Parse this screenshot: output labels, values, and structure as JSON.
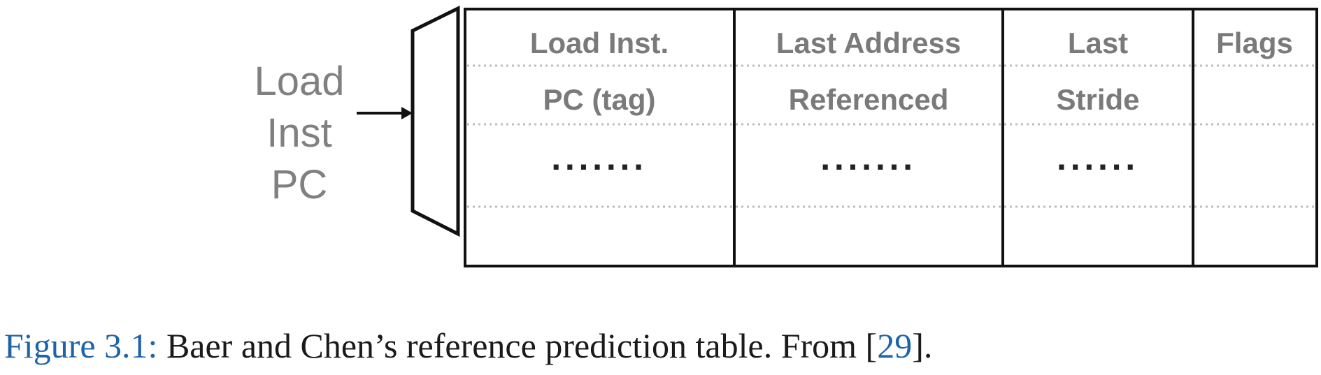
{
  "input": {
    "lines": [
      "Load",
      "Inst",
      "PC"
    ]
  },
  "table": {
    "columns": [
      {
        "header_line1": "Load Inst.",
        "header_line2": "PC (tag)",
        "dots": "·······"
      },
      {
        "header_line1": "Last Address",
        "header_line2": "Referenced",
        "dots": "·······"
      },
      {
        "header_line1": "Last",
        "header_line2": "Stride",
        "dots": "······"
      },
      {
        "header_line1": "Flags",
        "header_line2": "",
        "dots": ""
      }
    ]
  },
  "caption": {
    "label": "Figure 3.1:",
    "text": " Baer and Chen’s reference prediction table. From [",
    "citation": "29",
    "end": "]."
  },
  "colors": {
    "input_text": "#808080",
    "cell_text": "#7a7a7a",
    "border": "#111111",
    "dotted_line": "#bdbdbd",
    "caption_link": "#1f63a8"
  }
}
